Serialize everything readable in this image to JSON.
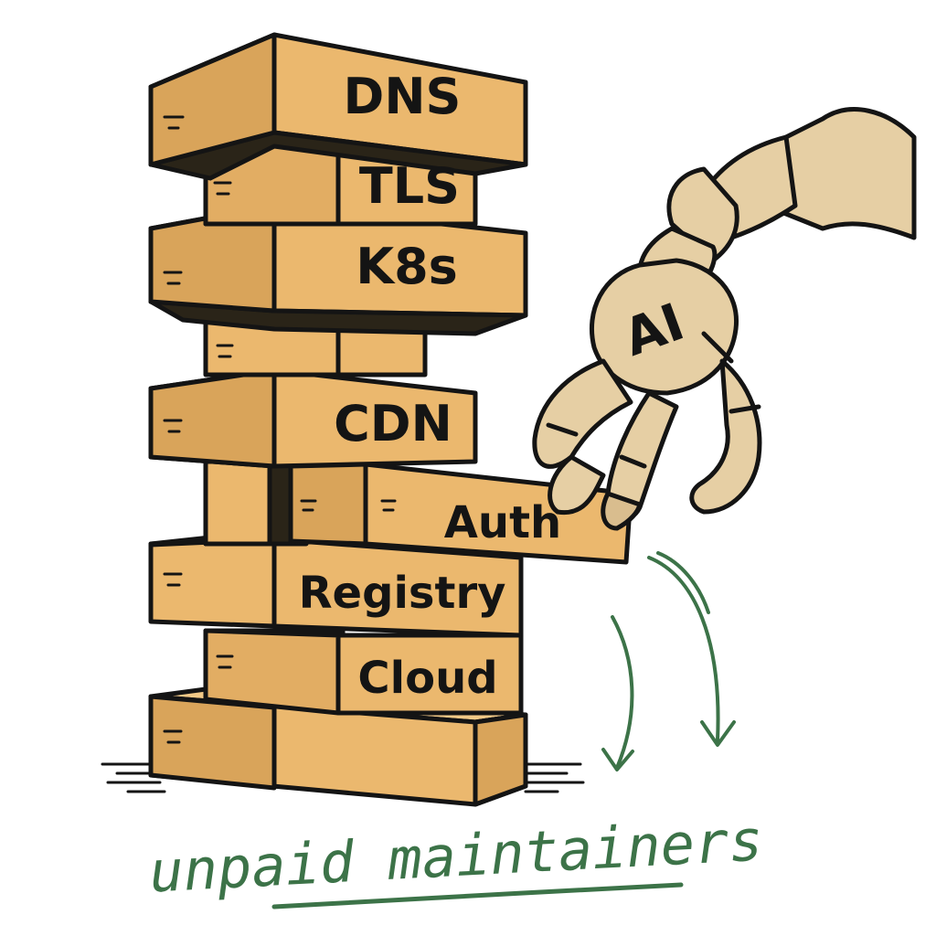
{
  "colors": {
    "block_face": "#ebb86e",
    "block_side": "#d9a45a",
    "block_top": "#f2c987",
    "outline": "#141414",
    "shadow": "#1e1a12",
    "hand": "#e6cfa4",
    "hand_dark": "#cdb183",
    "accent_green": "#3c7348"
  },
  "tower": {
    "layers": [
      "DNS",
      "TLS",
      "K8s",
      "CDN",
      "Auth",
      "Registry",
      "Cloud"
    ],
    "pulled_block": "Auth"
  },
  "robot_hand": {
    "label": "AI",
    "icon": "robot-hand-icon"
  },
  "caption": {
    "text": "unpaid maintainers"
  },
  "arrows": {
    "icon": "falling-arrow-icon",
    "count": 2
  }
}
